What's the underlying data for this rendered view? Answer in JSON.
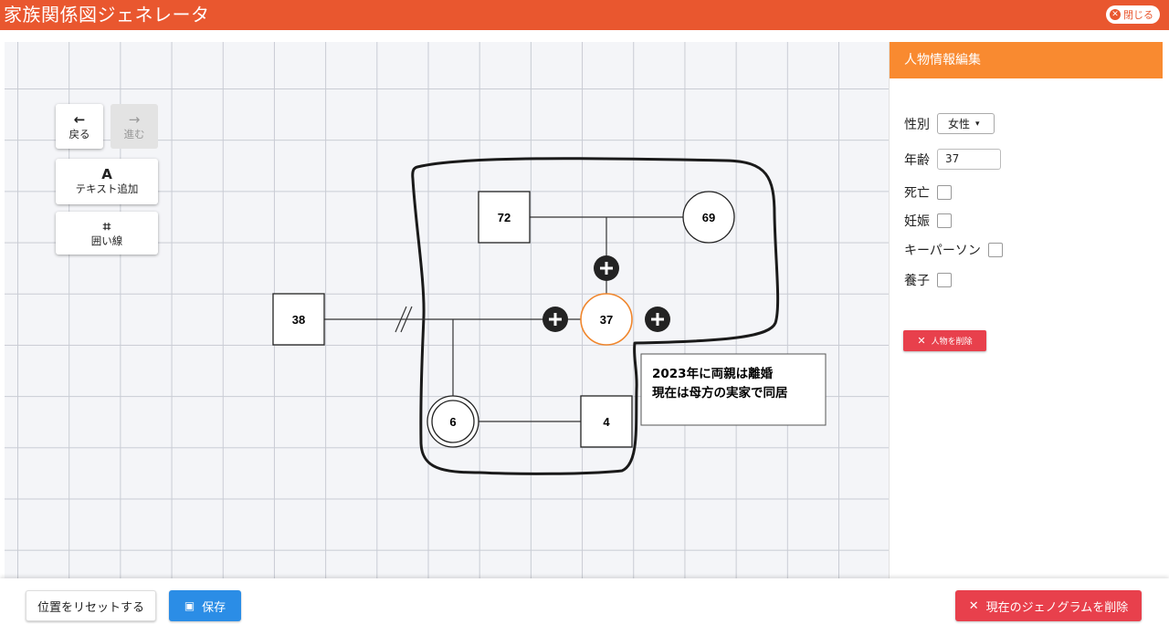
{
  "app": {
    "title": "家族関係図ジェネレータ",
    "close_label": "閉じる"
  },
  "toolbar": {
    "back_label": "戻る",
    "forward_label": "進む",
    "add_text_label": "テキスト追加",
    "enclose_label": "囲い線"
  },
  "genogram": {
    "persons": [
      {
        "id": "grandfather",
        "sex": "male",
        "age": "72"
      },
      {
        "id": "grandmother",
        "sex": "female",
        "age": "69"
      },
      {
        "id": "ex-husband",
        "sex": "male",
        "age": "38"
      },
      {
        "id": "client",
        "sex": "female",
        "age": "37",
        "selected": true
      },
      {
        "id": "child-girl",
        "sex": "female",
        "age": "6",
        "key_person": true
      },
      {
        "id": "child-boy",
        "sex": "male",
        "age": "4"
      }
    ],
    "note_lines": [
      "2023年に両親は離婚",
      "現在は母方の実家で同居"
    ],
    "selected_color": "#f0862c"
  },
  "panel": {
    "title": "人物情報編集",
    "gender_label": "性別",
    "gender_value": "女性",
    "age_label": "年齢",
    "age_value": "37",
    "deceased_label": "死亡",
    "pregnant_label": "妊娠",
    "keyperson_label": "キーパーソン",
    "adopted_label": "養子",
    "delete_person_label": "人物を削除"
  },
  "footer": {
    "reset_label": "位置をリセットする",
    "save_label": "保存",
    "delete_genogram_label": "現在のジェノグラムを削除"
  },
  "colors": {
    "header": "#e9572f",
    "panel_header": "#f98a30",
    "save": "#2b8de6",
    "danger": "#e8404c"
  }
}
